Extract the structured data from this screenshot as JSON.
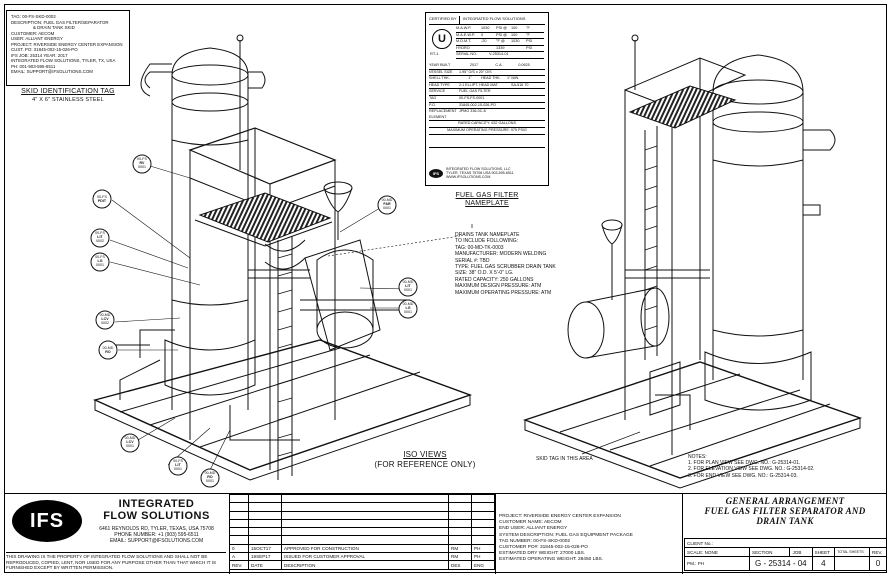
{
  "skid_tag": {
    "lines": [
      "TAG: 00-FS-SKD-0002",
      "DESCRIPTION: FUEL GAS FILTER/SEPARATOR",
      "& DRAIN TANK SKID",
      "CUSTOMER: AECOM",
      "USER: ALLIANT ENERGY",
      "PROJECT: RIVERSIDE ENERGY CENTER EXPANSION",
      "CUST. PO: 31845-002-15-026-PO",
      "IFS JOB: 25314     YEAR: 2017",
      "INTEGRATED FLOW SOLUTIONS, TYLER, TX, USA",
      "PH: 001-903-595-6511",
      "EMAIL: SUPPORT@IFSOLUTIONS.COM"
    ],
    "caption": "SKID IDENTIFICATION TAG",
    "subcaption": "4\" x 6\" STAINLESS STEEL"
  },
  "nameplate": {
    "certified_by": "CERTIFIED BY",
    "company": "INTEGRATED FLOW SOLUTIONS",
    "rows": [
      [
        "M.A.W.P.",
        "1030",
        "PSI @",
        "100",
        "°F"
      ],
      [
        "M.A.E.W.P.",
        "0",
        "PSI @",
        "100",
        "°F"
      ],
      [
        "M.D.M.T.",
        "-20",
        "°F @",
        "1030",
        "PSI"
      ],
      [
        "HYDRO",
        "",
        "1339",
        "",
        "PSI"
      ]
    ],
    "serial": [
      "SERIAL NO.",
      "V-25314-01"
    ],
    "year_built": [
      "YEAR BUILT",
      "2017",
      "C.A.",
      "0.0625"
    ],
    "vessel_size": [
      "VESSEL SIZE",
      "1.95\" O/S x 20\" O/S"
    ],
    "shell_thk": [
      "SHELL THK.",
      "1\"",
      "HEAD THK.",
      "1\" MIN."
    ],
    "head_type": [
      "HEAD TYPE",
      "2:1 ELLIPT. HEAD MAT.",
      "SA-516 70"
    ],
    "service": [
      "SERVICE",
      "FUEL GAS FILTER"
    ],
    "tag": [
      "TAG",
      "00-FS-FS-0001"
    ],
    "po": [
      "P.O.",
      "31845-002-15-026-PO"
    ],
    "element": [
      "REPLACEMENT ELEMENT",
      "JPMG 336-0C-8"
    ],
    "rated": "RATED CAPACITY: 632 GALLONS",
    "maxop": "MAXIMUM OPERATING PRESSURE: 975 PSIG",
    "footer": [
      "INTEGRATED FLOW SOLUTIONS, LLC",
      "TYLER, TEXAS 75708 USA 903-595-6511",
      "WWW.IFSOLUTIONS.COM"
    ],
    "caption1": "FUEL GAS FILTER",
    "caption2": "NAMEPLATE",
    "stamp": "U",
    "stamp2": "RT-1"
  },
  "drain_note": {
    "lines": [
      "DRAINS TANK NAMEPLATE",
      "TO INCLUDE FOLLOWING:",
      "TAG: 00-MD-TK-0003",
      "MANUFACTURER: MODERN WELDING",
      "SERIAL #: TBD",
      "TYPE: FUEL GAS SCRUBBER DRAIN TANK",
      "SIZE: 38\" O.D. X 5'-0\" LG.",
      "RATED CAPACITY: 250 GALLONS",
      "MAXIMUM DESIGN PRESSURE: ATM",
      "MAXIMUM OPERATING PRESSURE: ATM"
    ]
  },
  "instrument_tags": [
    [
      "00-FS",
      "RV",
      "0001"
    ],
    [
      "00-FS",
      "PDIT",
      ""
    ],
    [
      "00-FS",
      "LIT",
      "0002"
    ],
    [
      "00-FS",
      "LG",
      "0001"
    ],
    [
      "00-MD",
      "LCV",
      "0002"
    ],
    [
      "00-MD",
      "RO",
      ""
    ],
    [
      "00-MD",
      "FAR",
      "0001"
    ],
    [
      "00-MD",
      "LIT",
      "0001"
    ],
    [
      "00-MD",
      "LG",
      "0001"
    ],
    [
      "00-MD",
      "LCV",
      "0001"
    ],
    [
      "00-FS",
      "LIT",
      "0001"
    ],
    [
      "00-MD",
      "RO",
      "0001"
    ]
  ],
  "iso_caption": "ISO VIEWS",
  "iso_sub": "(FOR REFERENCE ONLY)",
  "skid_tag_callout": "SKID TAG IN THIS AREA",
  "notes": {
    "title": "NOTES:",
    "items": [
      "1.   FOR PLAN VIEW SEE DWG. NO.: G-25314-01.",
      "2.   FOR ELEVATION VIEW SEE DWG. NO.: G-25314-02.",
      "3.   FOR END VIEW SEE DWG. NO.: G-25314-03."
    ]
  },
  "company": {
    "logo": "IFS",
    "name1": "INTEGRATED",
    "name2": "FLOW SOLUTIONS",
    "addr1": "6461 REYNOLDS RD, TYLER, TEXAS, USA 75708",
    "addr2": "PHONE NUMBER: +1 (903) 595-6511",
    "addr3": "EMAIL: SUPPORT@IFSOLUTIONS.COM",
    "proprietary": "THIS DRAWING IS THE PROPERTY OF INTEGRATED FLOW SOLUTIONS AND SHALL NOT BE REPRODUCED, COPIED, LENT, NOR USED FOR ANY PURPOSE OTHER THAN THAT WHICH IT IS FURNISHED EXCEPT BY WRITTEN PERMISSION."
  },
  "revisions": {
    "rows": [
      [
        "",
        "",
        "",
        "",
        ""
      ],
      [
        "",
        "",
        "",
        "",
        ""
      ],
      [
        "",
        "",
        "",
        "",
        ""
      ],
      [
        "",
        "",
        "",
        "",
        ""
      ],
      [
        "",
        "",
        "",
        "",
        ""
      ],
      [
        "",
        "",
        "",
        "",
        ""
      ],
      [
        "0",
        "15OCT17",
        "APPROVED FOR CONSTRUCTION",
        "RM",
        "PH"
      ],
      [
        "A",
        "19SEP17",
        "ISSUED FOR CUSTOMER APPROVAL",
        "RM",
        "PH"
      ]
    ],
    "header": [
      "REV.",
      "DATE",
      "DESCRIPTION",
      "DES",
      "ENG"
    ]
  },
  "project": {
    "lines": [
      "PROJECT: RIVERSIDE ENERGY CENTER EXPANSION",
      "CUSTOMER NAME: AECOM",
      "END USER: ALLIANT ENERGY",
      "SYSTEM DESCRIPTION: FUEL GAS EQUIPMENT PACKAGE",
      "TAG NUMBER: 00-FS-SKD-0002",
      "CUSTOMER PO#: 31845-002-15-026-PO",
      "ESTIMATED DRY WEIGHT: 27000 LBS.",
      "ESTIMATED OPERATING WEIGHT: 28450 LBS."
    ]
  },
  "title_block": {
    "title1": "GENERAL ARRANGEMENT",
    "title2": "FUEL GAS FILTER SEPARATOR AND",
    "title3": "DRAIN TANK",
    "client": "CLIENT No.:",
    "scale_label": "SCALE: NONE",
    "section": "SECTION",
    "job": "JOB",
    "sheet": "SHEET",
    "total_sheets": "TOTAL SHEETS",
    "rev": "REV.",
    "pm": "PM.: PH",
    "dwg_no": "G - 25314 - 04",
    "sheet_no": "4",
    "rev_no": "0"
  }
}
